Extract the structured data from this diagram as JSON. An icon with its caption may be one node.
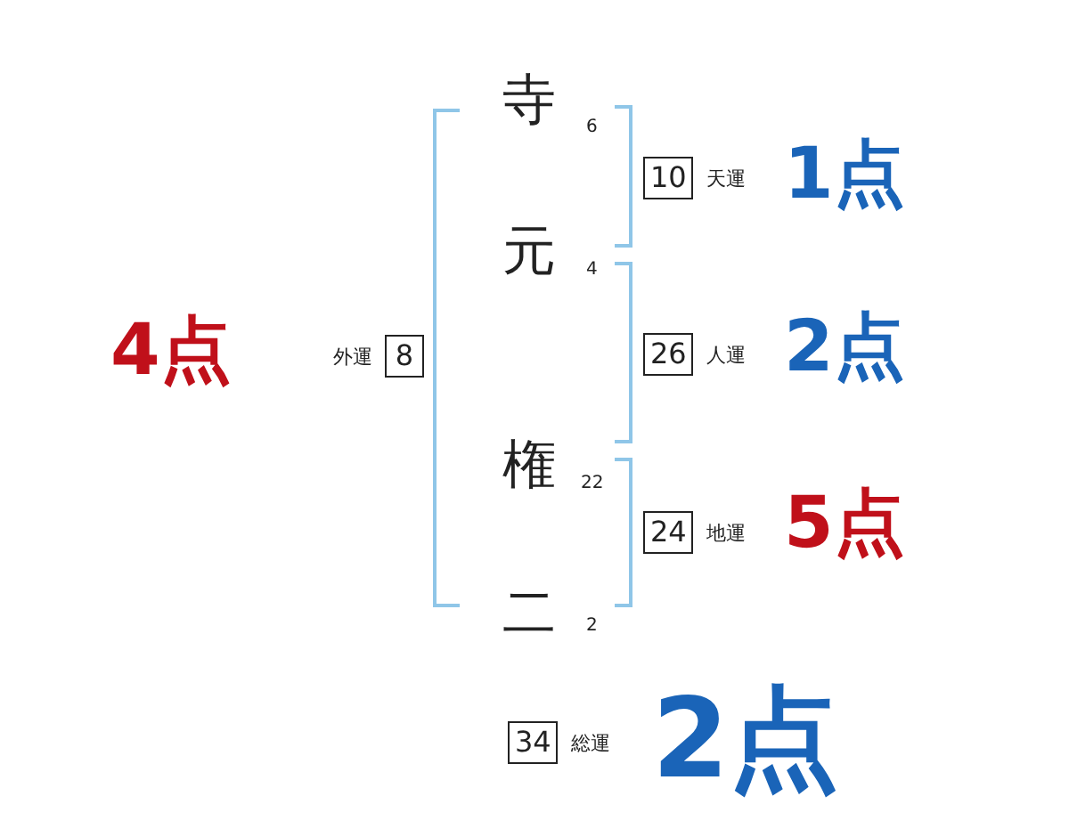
{
  "diagram": {
    "nodes": [
      {
        "text": [
          "10"
        ],
        "beside": [
          "天運"
        ]
      },
      {
        "text": [
          "8"
        ],
        "beside": [
          "外運"
        ]
      },
      {
        "text": [
          "26"
        ],
        "beside": [
          "人運"
        ]
      },
      {
        "text": [
          "24"
        ],
        "beside": [
          "地運"
        ]
      },
      {
        "text": [
          "34"
        ],
        "beside": [
          "総運"
        ]
      }
    ],
    "edges": [],
    "labels": [
      "寺",
      "6",
      "1点",
      "元",
      "4",
      "4点",
      "2点",
      "権",
      "22",
      "5点",
      "二",
      "2",
      "2点"
    ]
  }
}
